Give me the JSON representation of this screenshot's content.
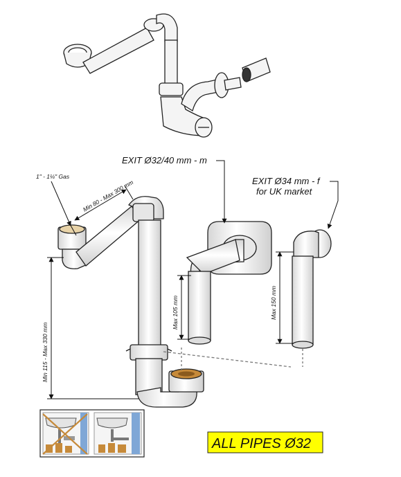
{
  "labels": {
    "exit_32_40": "EXIT Ø32/40 mm - m",
    "exit_34_line1": "EXIT Ø34 mm - f",
    "exit_34_line2": "for UK market",
    "gas_size": "1\" - 1¼\" Gas",
    "min80_max300": "Min 80 - Max 300 mm",
    "min115_max330": "Min 115 - Max 330 mm",
    "max105": "Max 105 mm",
    "max150": "Max 150 mm",
    "all_pipes": "ALL PIPES Ø32"
  },
  "colors": {
    "pipe_fill": "#f2f2f2",
    "pipe_stroke": "#222222",
    "badge_bg": "#ffff00",
    "wall": "#7fa7d6",
    "brass": "#c68a3a"
  }
}
